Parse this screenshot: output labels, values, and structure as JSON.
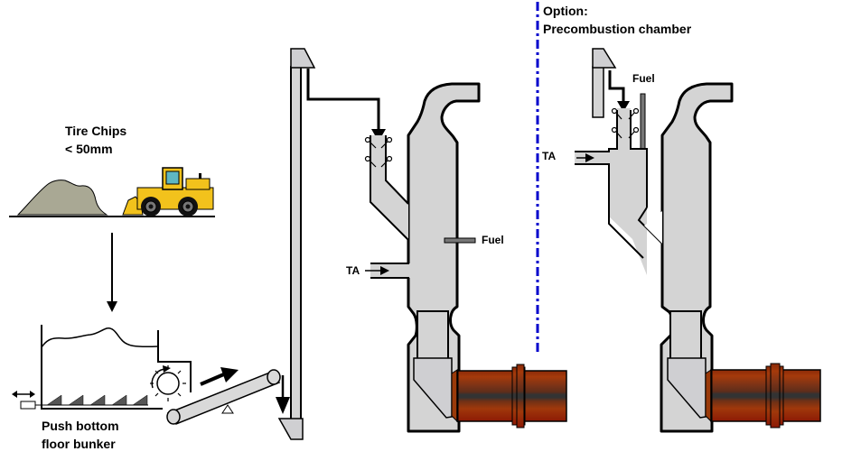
{
  "labels": {
    "tire_chips_line1": "Tire Chips",
    "tire_chips_line2": "< 50mm",
    "bunker_line1": "Push bottom",
    "bunker_line2": "floor bunker",
    "ta_main": "TA",
    "fuel_main": "Fuel",
    "option_line1": "Option:",
    "option_line2": "Precombustion chamber",
    "ta_option": "TA",
    "fuel_option": "Fuel"
  },
  "colors": {
    "duct_fill": "#d4d4d4",
    "hood_fill": "#cfcfd2",
    "chip_pile": "#a9a894",
    "loader_yellow": "#f2c21c",
    "kiln_brown": "#9a3a0a",
    "kiln_dark": "#6b2a10",
    "kiln_band": "#333333",
    "divider_blue": "#0000cc",
    "feeder_teeth": "#555555"
  }
}
